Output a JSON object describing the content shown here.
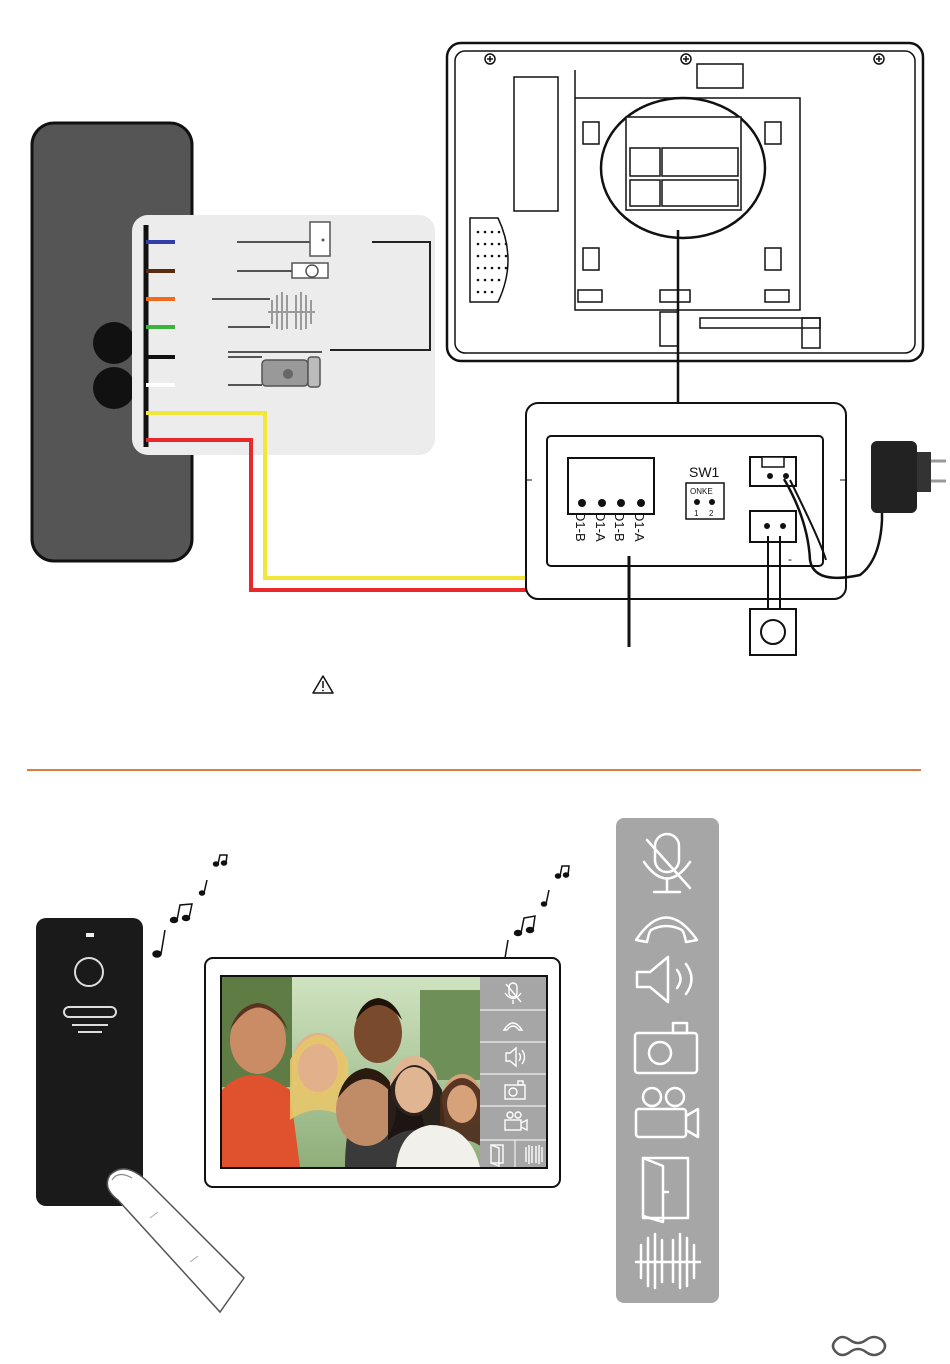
{
  "sw1": {
    "title": "SW1",
    "onke": "ONKE",
    "pos1": "1",
    "pos2": "2"
  },
  "terminals": [
    "D1-B",
    "D1-A",
    "D1-B",
    "D1-A"
  ],
  "power_minus": "-",
  "icons": {
    "panel": [
      "mic-mute-icon",
      "hang-up-icon",
      "speaker-volume-icon",
      "snapshot-camera-icon",
      "record-video-icon",
      "door-open-icon",
      "gate-open-icon"
    ],
    "warning": "warning-triangle-icon",
    "logo": "brand-logo-icon"
  },
  "colors": {
    "accent_line": "#e27a3f",
    "wire_yellow": "#f2e638",
    "wire_red": "#e8282b",
    "wire_blue": "#2f3ea8",
    "wire_brown": "#5a2a12",
    "wire_orange": "#f26a1b",
    "wire_green": "#3cb33c",
    "panel_grey": "#a6a6a6",
    "outdoor_unit": "#555555"
  }
}
